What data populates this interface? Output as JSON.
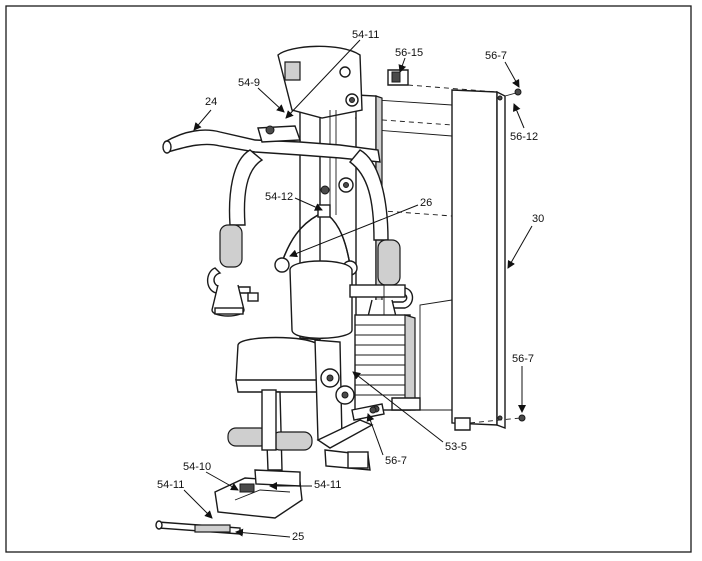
{
  "labels": {
    "l_54_11_top": "54-11",
    "l_56_15": "56-15",
    "l_56_7_top": "56-7",
    "l_54_9": "54-9",
    "l_24": "24",
    "l_56_12": "56-12",
    "l_54_12": "54-12",
    "l_26": "26",
    "l_30": "30",
    "l_56_7_right": "56-7",
    "l_56_7_bottom": "56-7",
    "l_53_5": "53-5",
    "l_54_10": "54-10",
    "l_54_11_left": "54-11",
    "l_54_11_bottom": "54-11",
    "l_25": "25"
  }
}
